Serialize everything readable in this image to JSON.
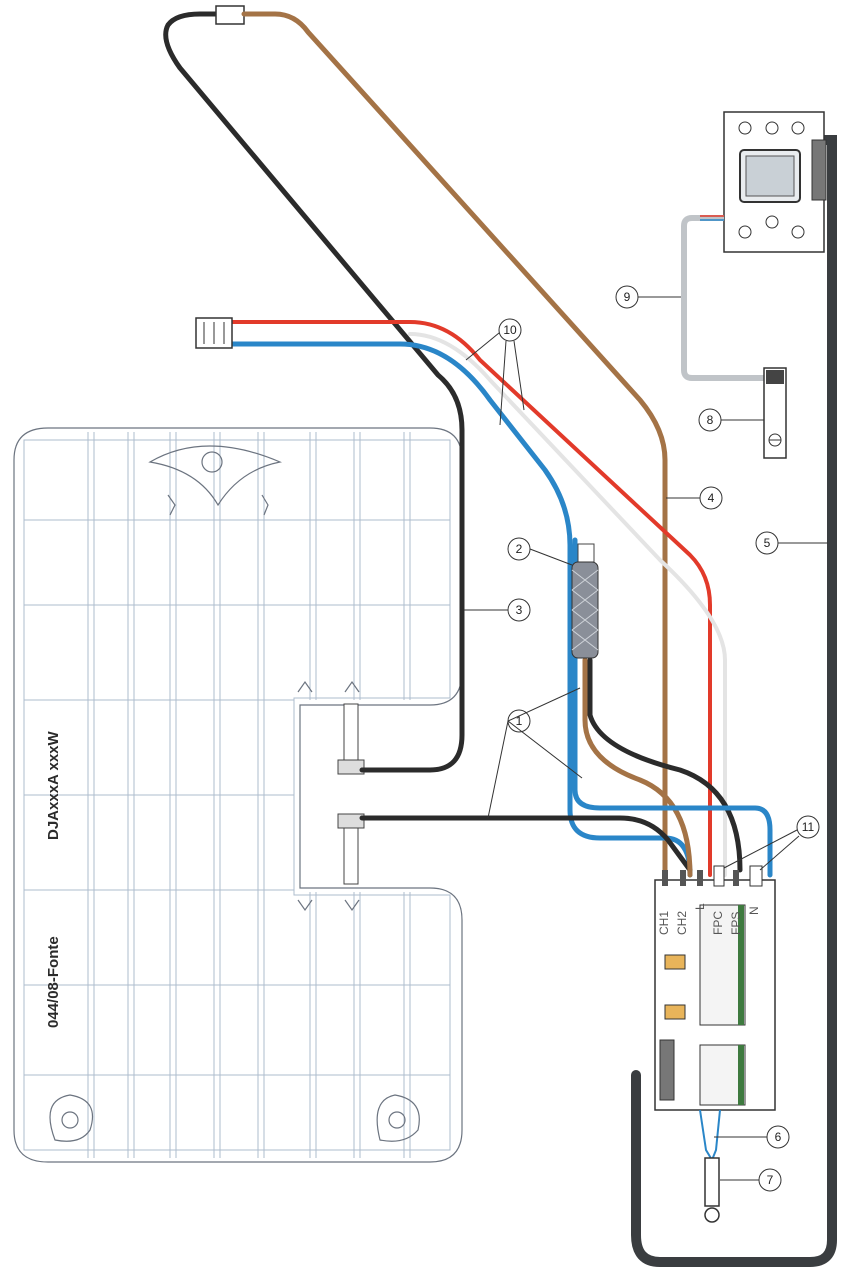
{
  "drawing": {
    "heater_label": "044/08-Fonte",
    "model_label": "DJAxxxA  xxxW",
    "terminal_labels": [
      "CH1",
      "CH2",
      "L",
      "FPC",
      "FPS",
      "N"
    ],
    "callouts": [
      "1",
      "2",
      "3",
      "4",
      "5",
      "6",
      "7",
      "8",
      "9",
      "10",
      "11"
    ]
  },
  "colors": {
    "black_wire": "#2b2b2b",
    "brown_wire": "#a47346",
    "red_wire": "#e23a2a",
    "blue_wire": "#2a86c8",
    "white_wire": "#eeeeee",
    "grey_cable": "#c0c4c8",
    "board_green": "#3e7a3f",
    "plate_outline": "#6c7480",
    "plate_lines": "#aebccd"
  }
}
